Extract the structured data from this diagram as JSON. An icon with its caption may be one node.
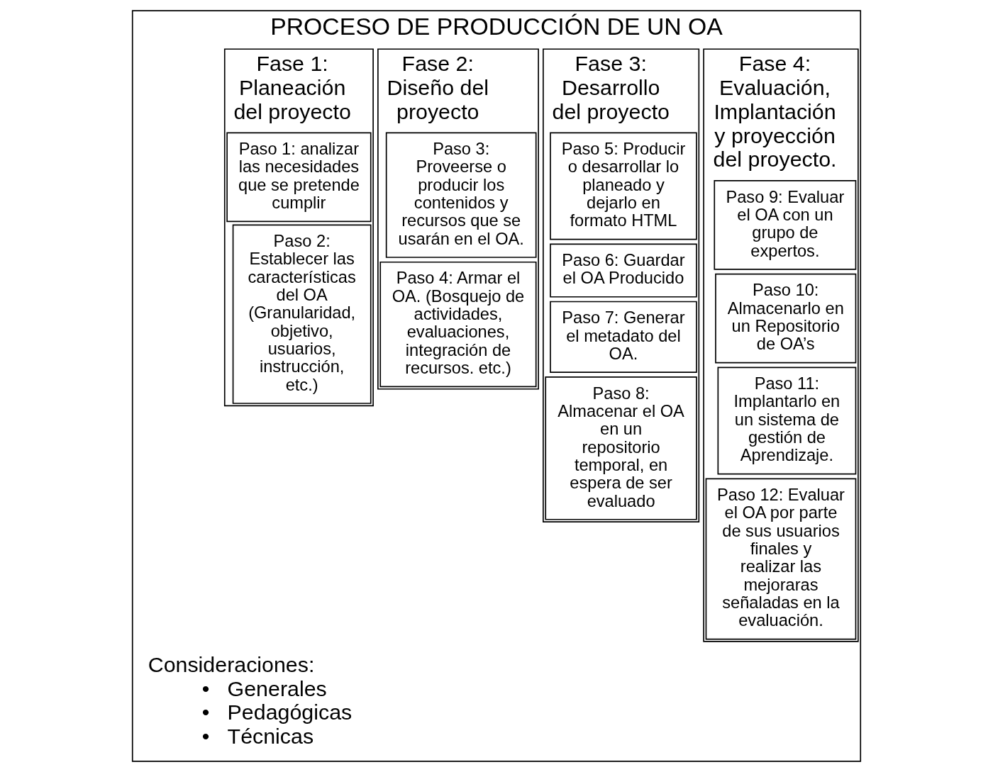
{
  "diagram": {
    "nodes": [
      {
        "text": [
          "PROCESO DE PRODUCCIÓN DE UN OA"
        ]
      },
      {
        "text": [
          "Fase 1: Planeación del proyecto"
        ],
        "in": 0
      },
      {
        "text": [
          "Paso 1: analizar las necesidades que se pretende cumplir"
        ],
        "in": 1
      },
      {
        "text": [
          "Paso 2: Establecer las características del OA (Granularidad, objetivo, usuarios, instrucción, etc.)"
        ],
        "in": 1
      },
      {
        "text": [
          "Fase 2: Diseño del proyecto"
        ],
        "in": 0
      },
      {
        "text": [
          "Paso 3: Proveerse o producir los contenidos y recursos que se usarán en el OA."
        ],
        "in": 4
      },
      {
        "text": [
          "Paso 4: Armar el OA. (Bosquejo de actividades, evaluaciones, integración de recursos. etc.)"
        ],
        "in": 4
      },
      {
        "text": [
          "Fase 3: Desarrollo del proyecto"
        ],
        "in": 0
      },
      {
        "text": [
          "Paso 5: Producir o desarrollar lo planeado y dejarlo en formato HTML"
        ],
        "in": 7
      },
      {
        "text": [
          "Paso 6: Guardar el OA Producido"
        ],
        "in": 7
      },
      {
        "text": [
          "Paso 7: Generar el metadato del OA."
        ],
        "in": 7
      },
      {
        "text": [
          "Paso 8: Almacenar el OA en un repositorio temporal, en espera de ser evaluado"
        ],
        "in": 7
      },
      {
        "text": [
          "Fase 4: Evaluación, Implantación y proyección del proyecto."
        ],
        "in": 0
      },
      {
        "text": [
          "Paso 9: Evaluar el OA con un grupo de expertos."
        ],
        "in": 12
      },
      {
        "text": [
          "Paso 10: Almacenarlo en un Repositorio de OA’s"
        ],
        "in": 12
      },
      {
        "text": [
          "Paso 11: Implantarlo en un sistema de gestión de Aprendizaje."
        ],
        "in": 12
      },
      {
        "text": [
          "Paso 12: Evaluar el OA por parte de sus usuarios finales y realizar las mejoraras señaladas en la evaluación."
        ],
        "in": 12
      }
    ],
    "edges": [],
    "labels": [
      "Consideraciones:",
      "•   Generales",
      "•   Pedagógicas",
      "•   Técnicas"
    ]
  }
}
